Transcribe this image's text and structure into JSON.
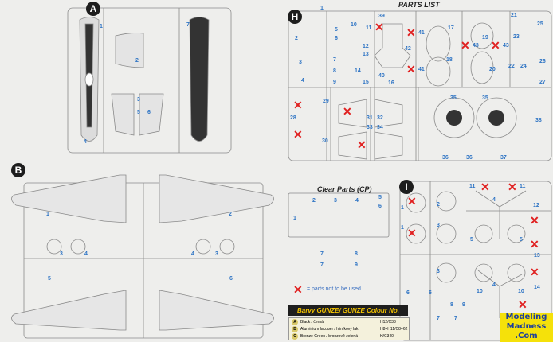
{
  "sprue_a": {
    "badge": "A",
    "labels": [
      "1",
      "2",
      "3",
      "4",
      "5",
      "6",
      "7"
    ]
  },
  "sprue_b": {
    "badge": "B",
    "labels": [
      "1",
      "2",
      "3",
      "4",
      "4",
      "3",
      "5",
      "6"
    ]
  },
  "parts_list": {
    "title": "PARTS LIST"
  },
  "sprue_h": {
    "badge": "H",
    "labels": [
      "1",
      "2",
      "3",
      "4",
      "5",
      "6",
      "7",
      "8",
      "9",
      "10",
      "11",
      "12",
      "13",
      "14",
      "15",
      "16",
      "17",
      "18",
      "19",
      "20",
      "21",
      "22",
      "23",
      "24",
      "25",
      "26",
      "27",
      "28",
      "29",
      "30",
      "31",
      "32",
      "33",
      "34",
      "35",
      "35",
      "36",
      "36",
      "37",
      "38",
      "39",
      "40",
      "41",
      "41",
      "42",
      "43",
      "43"
    ]
  },
  "clear_parts": {
    "title": "Clear Parts (CP)",
    "labels": [
      "1",
      "2",
      "3",
      "4",
      "5",
      "6",
      "7",
      "8",
      "7",
      "9"
    ]
  },
  "sprue_i": {
    "badge": "I",
    "labels": [
      "1",
      "1",
      "2",
      "3",
      "3",
      "4",
      "4",
      "5",
      "5",
      "6",
      "6",
      "7",
      "7",
      "8",
      "9",
      "10",
      "10",
      "11",
      "11",
      "12",
      "13",
      "14"
    ]
  },
  "legend": {
    "text": "= parts not to be used",
    "mark_color": "#e02020"
  },
  "colours": {
    "title": "Barvy GUNZE/ GUNZE Colour No.",
    "rows": [
      {
        "letter": "A",
        "name": "Black / černá",
        "code": "H12/C33"
      },
      {
        "letter": "B",
        "name": "Aluminium lacquer / hliníkový lak",
        "code": "H8+H11/C8+62"
      },
      {
        "letter": "C",
        "name": "Bronze Green / bronzově zelená",
        "code": "H/C340"
      }
    ]
  },
  "watermark": {
    "line1": "Modeling",
    "line2": "Madness",
    "line3": ".Com"
  },
  "accent": "#2e74c4"
}
